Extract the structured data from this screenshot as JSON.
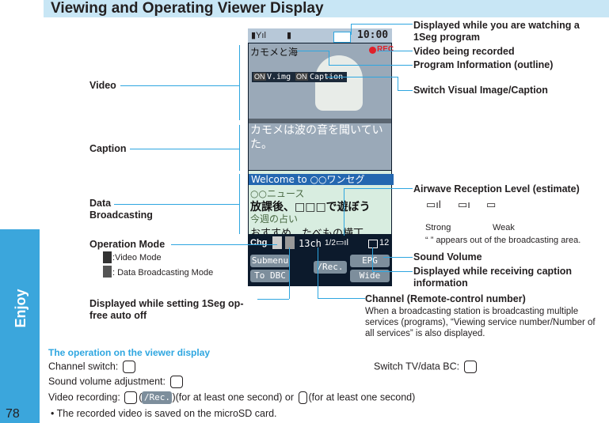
{
  "page": {
    "title": "Viewing and Operating Viewer Display",
    "page_number": "78",
    "section_tab": "Enjoy"
  },
  "phone": {
    "clock": "10:00",
    "program_name": "カモメと海",
    "rec": "REC",
    "vimg_label": "V.img",
    "caption_label": "Caption",
    "on1": "ON",
    "on2": "ON",
    "caption_text": "カモメは波の音を聞いていた。",
    "data_lines": [
      "Welcome to ○○ワンセグ",
      "○○ニュース",
      "放課後、□□□で遊ぼう",
      "今週の占い",
      "おすすめ　たべもの横丁"
    ],
    "channel": "13ch",
    "channel_sub": "1/2",
    "volume": "12",
    "chg": "Chg",
    "btn_submenu": "Submenu",
    "btn_todbc": "To DBC",
    "btn_rec": "/Rec.",
    "btn_epg": "EPG",
    "btn_wide": "Wide"
  },
  "callouts": {
    "watching": "Displayed while you are watching a 1Seg program",
    "recording": "Video being recorded",
    "program_info": "Program Information (outline)",
    "switch_visual": "Switch Visual Image/Caption",
    "airwave": "Airwave Reception Level (estimate)",
    "strong": "Strong",
    "weak": "Weak",
    "airwave_note": "“ ” appears out of the broadcasting area.",
    "sound_volume": "Sound Volume",
    "caption_info": "Displayed while receiving caption information",
    "channel": "Channel (Remote-control number)",
    "channel_note": "When a broadcasting station is broadcasting multiple services (programs), “Viewing service number/Number of all services” is also displayed.",
    "video": "Video",
    "caption": "Caption",
    "data_broadcasting": "Data Broadcasting",
    "operation_mode": "Operation Mode",
    "video_mode": ":Video Mode",
    "data_mode": ": Data Broadcasting Mode",
    "op_free": "Displayed while setting 1Seg op-free auto off"
  },
  "operations": {
    "heading": "The operation on the viewer display",
    "channel_switch": "Channel switch:",
    "switch_tv": "Switch TV/data BC:",
    "sound_volume": "Sound volume adjustment:",
    "video_rec_prefix": "Video recording:",
    "video_rec_mid": ")(for at least one second) or",
    "video_rec_end": "(for at least one second)",
    "bullet": "• The recorded video is saved on the microSD card."
  }
}
